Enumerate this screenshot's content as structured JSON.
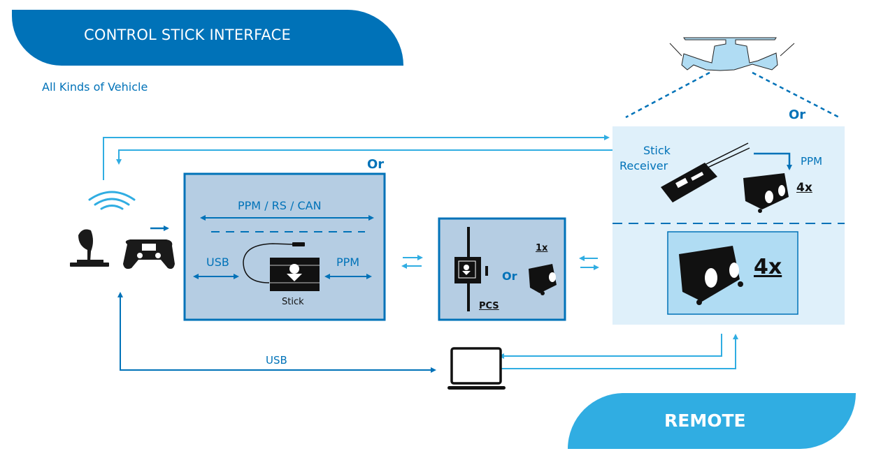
{
  "header": {
    "title": "CONTROL STICK INTERFACE",
    "subtitle": "All Kinds of Vehicle"
  },
  "footer": {
    "title": "REMOTE"
  },
  "colors": {
    "primary": "#0072b8",
    "secondary": "#30ade2",
    "box_fill": "#b5cde3",
    "remote_fill": "#dff0fa",
    "servo_box_fill": "#b0dcf3"
  },
  "left_devices": {
    "icons": [
      "wifi-icon",
      "joystick-icon",
      "gamepad-icon"
    ]
  },
  "stick_box": {
    "or_label": "Or",
    "bus_label": "PPM / RS / CAN",
    "usb_label": "USB",
    "ppm_label": "PPM",
    "device_label": "Stick"
  },
  "pcs_box": {
    "device_label": "PCS",
    "or_label": "Or",
    "count_label": "1x"
  },
  "remote_panel": {
    "vehicle_or_label": "Or",
    "receiver_label_line1": "Stick",
    "receiver_label_line2": "Receiver",
    "ppm_label": "PPM",
    "count_small": "4x",
    "count_large": "4x"
  },
  "bottom": {
    "usb_label": "USB",
    "laptop_icon": "laptop-icon"
  }
}
